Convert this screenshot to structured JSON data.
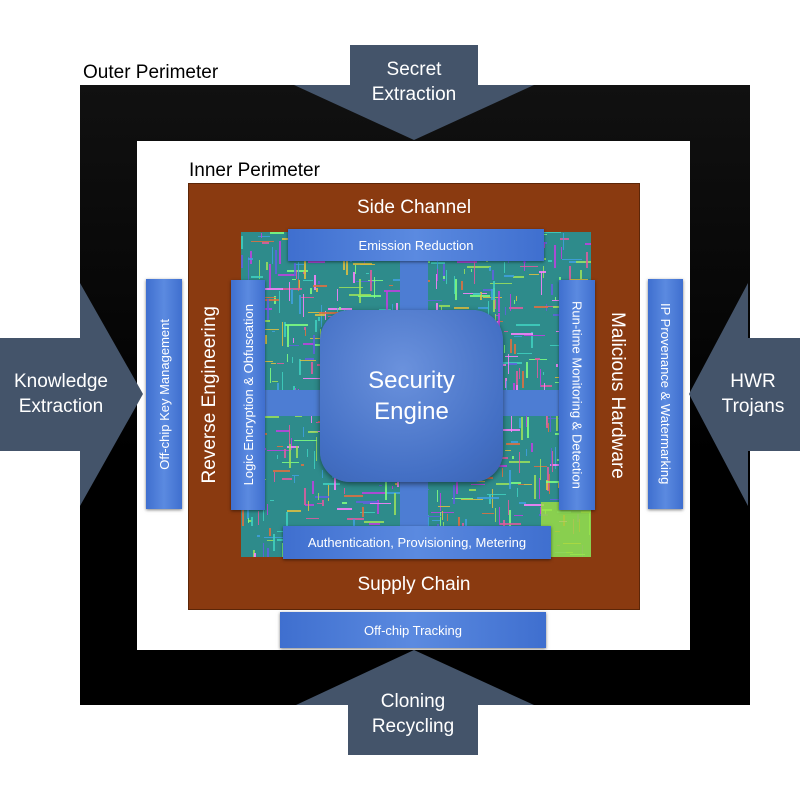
{
  "labels": {
    "outer_perimeter": "Outer Perimeter",
    "inner_perimeter": "Inner Perimeter",
    "side_channel": "Side Channel",
    "supply_chain": "Supply Chain",
    "reverse_engineering": "Reverse Engineering",
    "malicious_hardware": "Malicious Hardware"
  },
  "engine": {
    "line1": "Security",
    "line2": "Engine"
  },
  "bars": {
    "emission_reduction": "Emission Reduction",
    "authentication": "Authentication, Provisioning, Metering",
    "logic_encryption": "Logic Encryption & Obfuscation",
    "runtime_monitoring": "Run-time Monitoring & Detection",
    "key_management": "Off-chip Key Management",
    "ip_provenance": "IP Provenance & Watermarking",
    "offchip_tracking": "Off-chip Tracking"
  },
  "arrows": {
    "top": {
      "line1": "Secret",
      "line2": "Extraction"
    },
    "left": {
      "line1": "Knowledge",
      "line2": "Extraction"
    },
    "right": {
      "line1": "HWR",
      "line2": "Trojans"
    },
    "bottom": {
      "line1": "Cloning",
      "line2": "Recycling"
    }
  },
  "colors": {
    "arrow_fill": "#44546a",
    "brown_panel": "#8a3a10",
    "blue_bar": "#4a78d2",
    "outer_frame": "#000000"
  }
}
